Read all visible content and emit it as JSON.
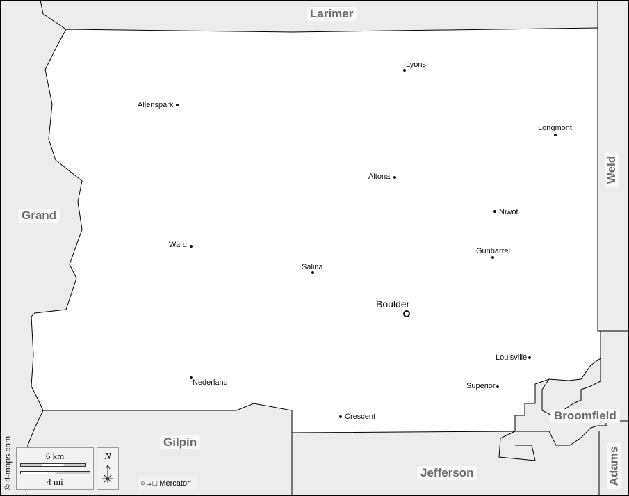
{
  "counties": {
    "larimer": "Larimer",
    "grand": "Grand",
    "weld": "Weld",
    "gilpin": "Gilpin",
    "jefferson": "Jefferson",
    "broomfield": "Broomfield",
    "adams": "Adams"
  },
  "towns": {
    "lyons": "Lyons",
    "allenspark": "Allenspark",
    "longmont": "Longmont",
    "altona": "Altona",
    "niwot": "Niwot",
    "ward": "Ward",
    "gunbarrel": "Gunbarrel",
    "salina": "Salina",
    "boulder": "Boulder",
    "louisville": "Louisville",
    "nederland": "Nederland",
    "superior": "Superior",
    "crescent": "Crescent"
  },
  "legend": {
    "scale_km": "6 km",
    "scale_mi": "4 mi",
    "north": "N",
    "projection": "Mercator",
    "credit": "© d-maps.com"
  }
}
